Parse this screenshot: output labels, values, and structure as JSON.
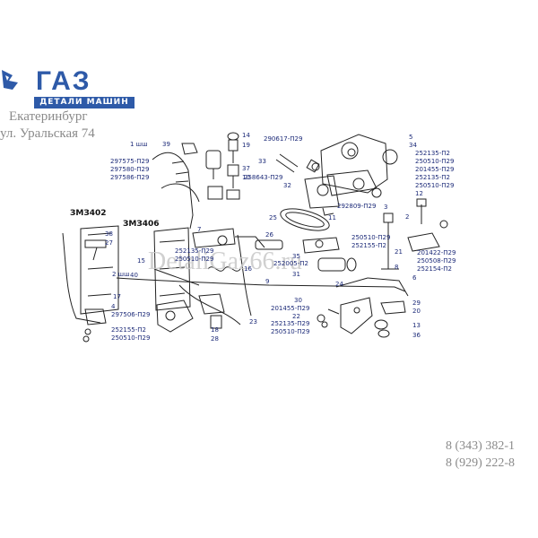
{
  "brand": {
    "logo_text": "ГАЗ",
    "tagline": "ДЕТАЛИ МАШИН",
    "city": "Екатеринбург",
    "address": "ул. Уральская 74",
    "watermark": "DetaliGaz66.ru",
    "phone_1": "8 (343) 382-1",
    "phone_2": "8 (929) 222-8"
  },
  "engine_labels": [
    {
      "id": "zm402",
      "text": "ЗМЗ402"
    },
    {
      "id": "zm406",
      "text": "ЗМЗ406"
    }
  ],
  "callouts": {
    "n1": "1 шш",
    "n39": "39",
    "pa1": "297575-П29",
    "pa2": "297580-П29",
    "pa3": "297586-П29",
    "n14": "14",
    "n19": "19",
    "n37": "37",
    "n10": "10",
    "n33": "33",
    "pb1": "290617-П29",
    "pb2": "258643-П29",
    "n32": "32",
    "n25": "25",
    "n11": "11",
    "n5": "5",
    "n34": "34",
    "pc1": "252135-П2",
    "pc2": "250510-П29",
    "pc3": "201455-П29",
    "pc4": "252135-П2",
    "pc5": "250510-П29",
    "n12": "12",
    "n3": "3",
    "n2a": "2",
    "pd1": "292809-П29",
    "n38": "38",
    "n27": "27",
    "n26": "26",
    "n7": "7",
    "n15": "15",
    "n2sh": "2 шш",
    "n40": "40",
    "n16": "16",
    "pe1": "252135-П29",
    "pe2": "250510-П29",
    "pf1": "250510-П29",
    "pf2": "252155-П2",
    "n35": "35",
    "pg1": "252005-П2",
    "n31": "31",
    "n21": "21",
    "ph1": "201422-П29",
    "ph2": "250508-П29",
    "ph3": "252154-П2",
    "n8": "8",
    "n6": "6",
    "n9": "9",
    "n24": "24",
    "n17": "17",
    "n4": "4",
    "pi1": "297506-П29",
    "pj1": "252155-П2",
    "pj2": "250510-П29",
    "n18": "18",
    "n28": "28",
    "n23": "23",
    "n30": "30",
    "pk1": "201455-П29",
    "n22": "22",
    "pl1": "252135-П29",
    "pl2": "250510-П29",
    "n29": "29",
    "n20": "20",
    "n13": "13",
    "n36": "36"
  },
  "colors": {
    "line": "#222222",
    "callout_number": "#1c2a78",
    "brand_blue": "#2e5aa8",
    "watermark_text": "#8a8a8a"
  }
}
